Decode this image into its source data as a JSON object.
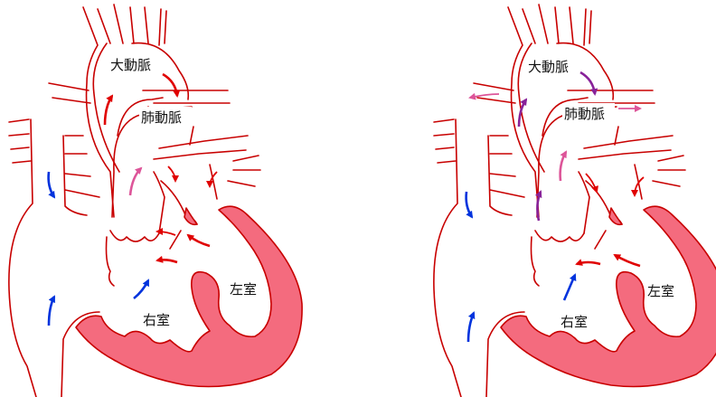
{
  "colors": {
    "vessel": "#c80000",
    "muscle": "#f46b7e",
    "arrow_red": "#e00000",
    "arrow_blue": "#0033dd",
    "arrow_pink": "#dd5599",
    "arrow_purple": "#882299"
  },
  "left_panel": {
    "labels": {
      "aorta": "大動脈",
      "pulmonary_artery": "肺動脈",
      "left_ventricle": "左室",
      "right_ventricle": "右室"
    },
    "arrows": [
      "arrow_red",
      "arrow_red",
      "arrow_pink",
      "arrow_red",
      "arrow_red",
      "arrow_red",
      "arrow_red",
      "arrow_red",
      "arrow_blue",
      "arrow_blue",
      "arrow_blue"
    ]
  },
  "right_panel": {
    "labels": {
      "aorta": "大動脈",
      "pulmonary_artery": "肺動脈",
      "left_ventricle": "左室",
      "right_ventricle": "右室"
    },
    "arrows": [
      "arrow_purple",
      "arrow_purple",
      "arrow_purple",
      "arrow_pink",
      "arrow_pink",
      "arrow_pink",
      "arrow_red",
      "arrow_red",
      "arrow_red",
      "arrow_red",
      "arrow_blue",
      "arrow_blue",
      "arrow_blue"
    ]
  }
}
